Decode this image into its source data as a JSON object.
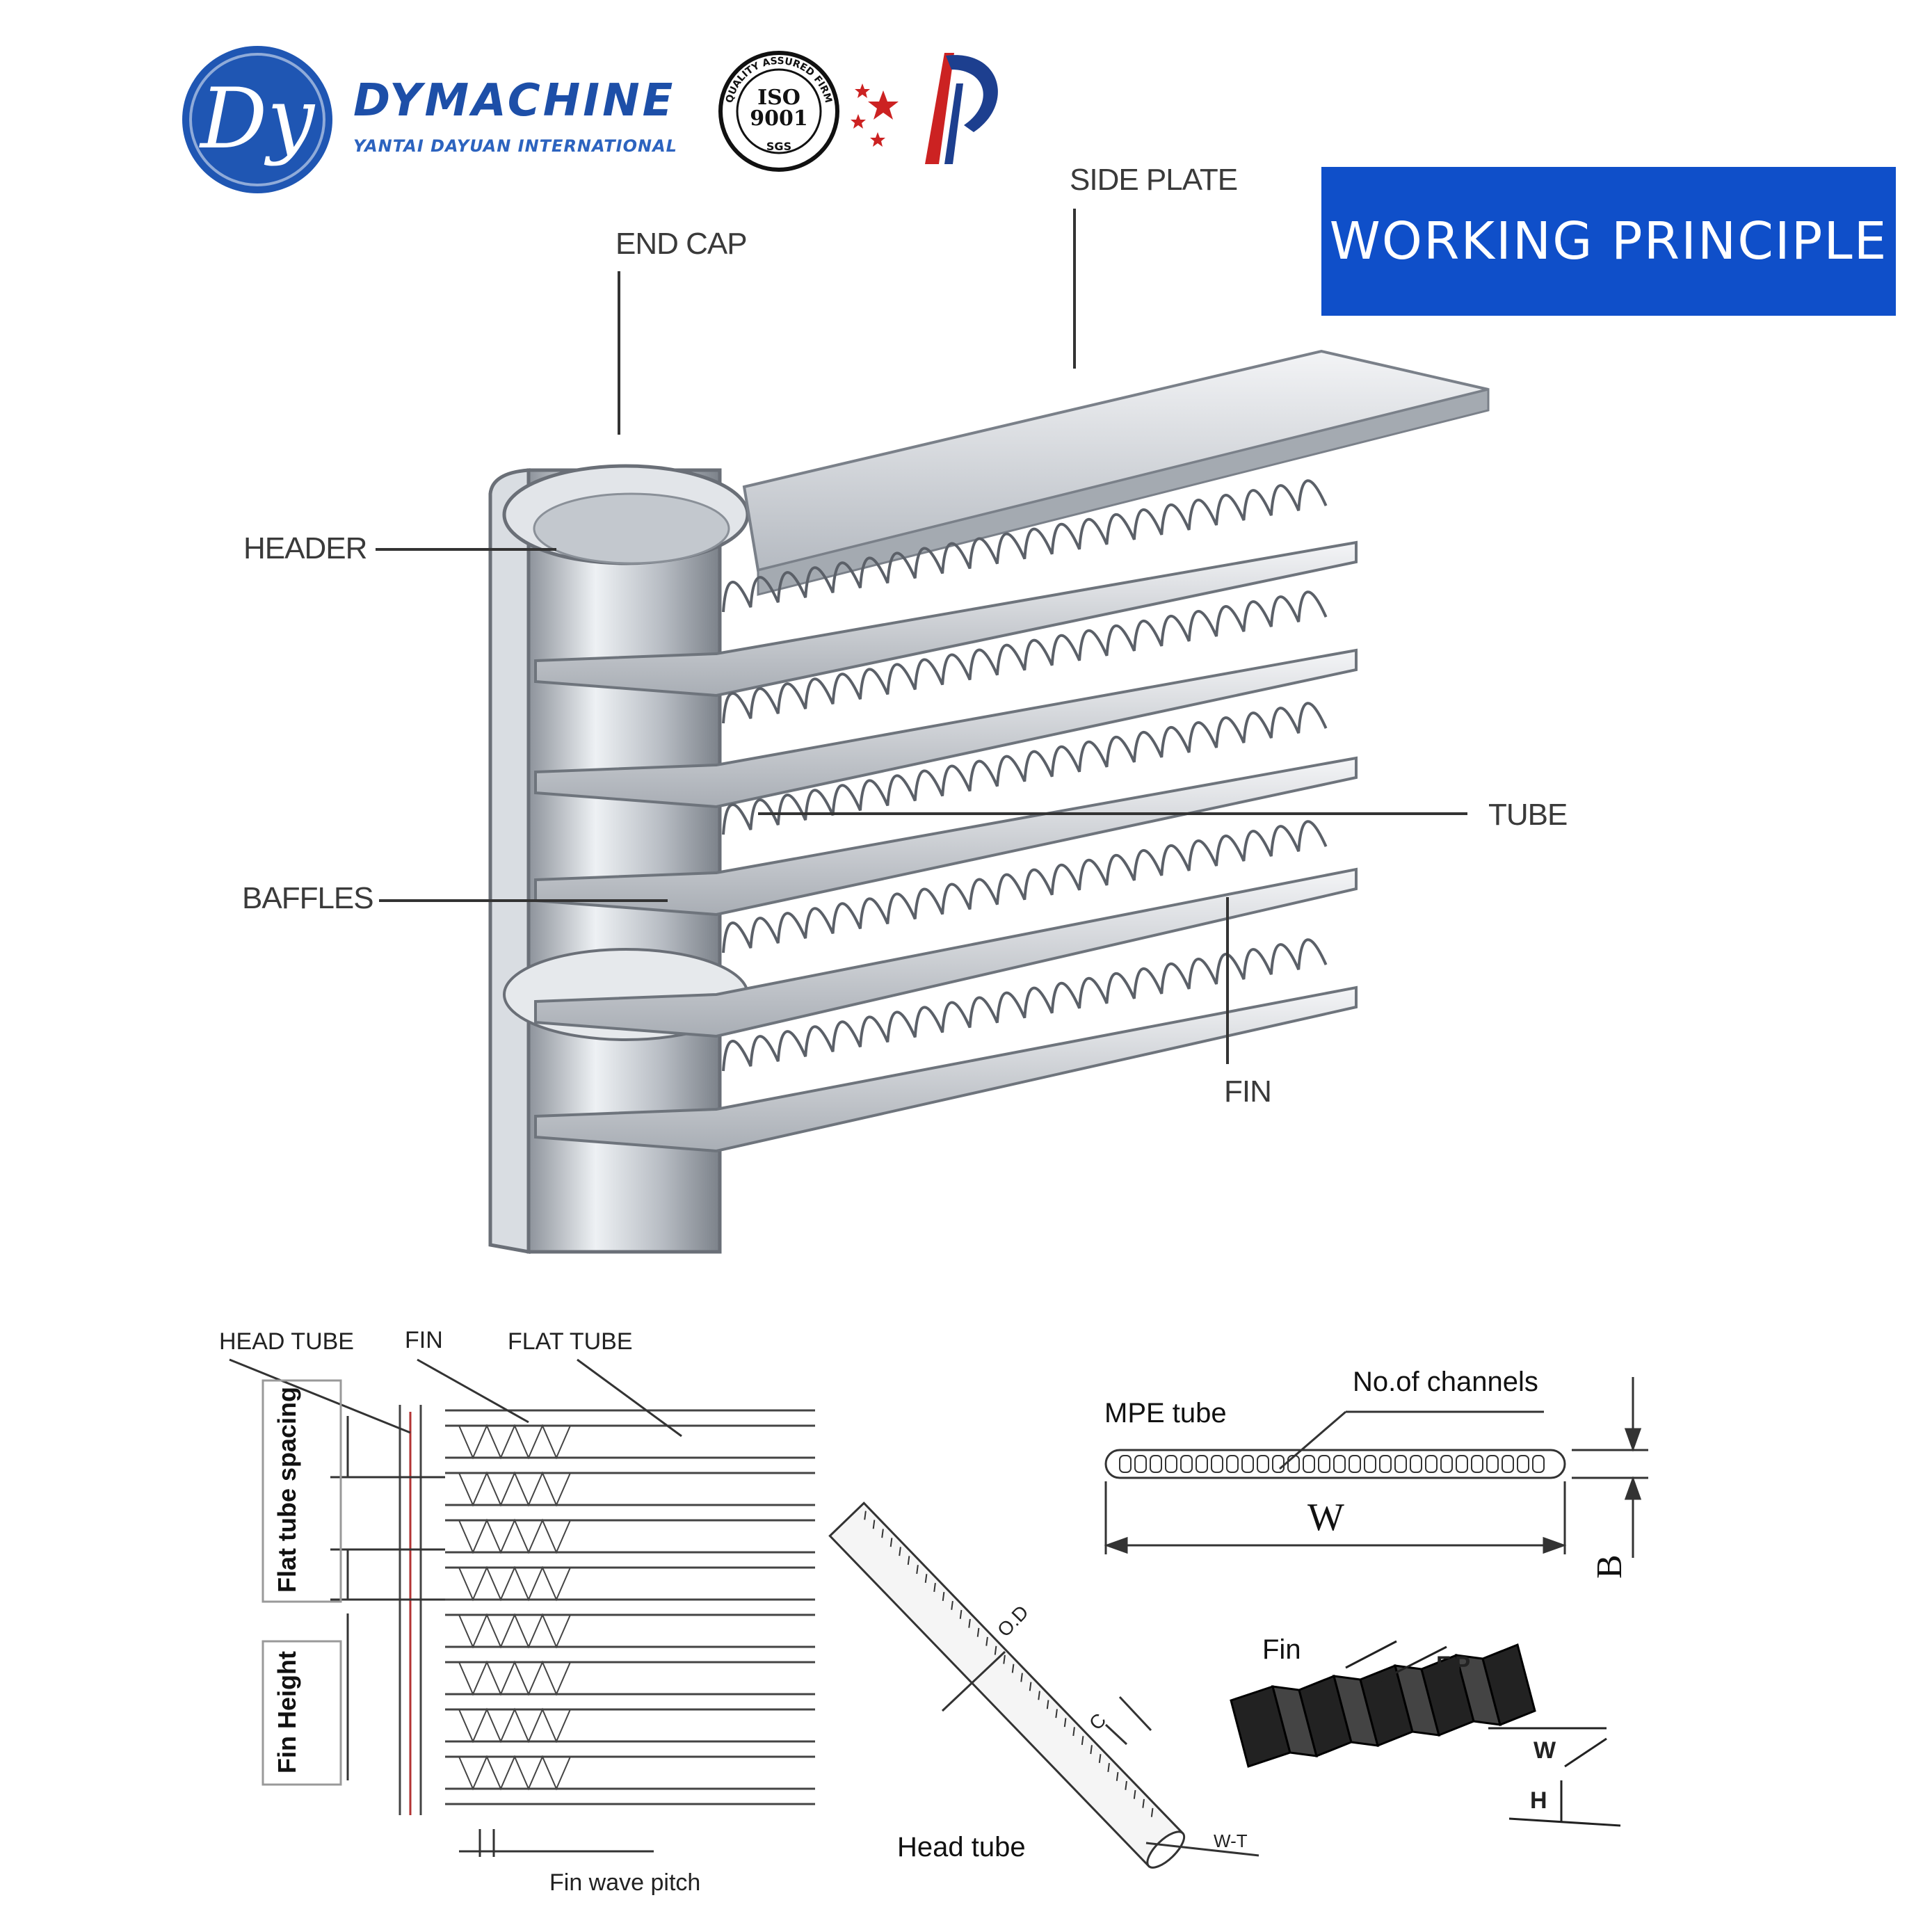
{
  "brand": {
    "logo_letters": "Dy",
    "name": "DYMACHINE",
    "subtitle": "YANTAI DAYUAN INTERNATIONAL",
    "cert_seal_text": "QUALITY ASSURED FIRM",
    "cert_iso": "ISO",
    "cert_iso_num": "9001",
    "cert_sgs": "SGS"
  },
  "banner": {
    "title": "WORKING PRINCIPLE"
  },
  "main_labels": {
    "end_cap": "END CAP",
    "side_plate": "SIDE PLATE",
    "header": "HEADER",
    "tube": "TUBE",
    "baffles": "BAFFLES",
    "fin": "FIN"
  },
  "detail_left": {
    "head_tube": "HEAD TUBE",
    "fin": "FIN",
    "flat_tube": "FLAT TUBE",
    "flat_tube_spacing": "Flat tube spacing",
    "fin_height": "Fin Height",
    "fin_wave_pitch": "Fin wave pitch"
  },
  "detail_mpe": {
    "no_of_channels": "No.of channels",
    "mpe_tube": "MPE tube",
    "w": "W",
    "b": "B"
  },
  "detail_head_tube": {
    "od": "O.D",
    "c": "C",
    "wt": "W-T",
    "head_tube": "Head tube"
  },
  "detail_fin": {
    "fin": "Fin",
    "fp": "F.P",
    "w": "W",
    "h": "H"
  },
  "colors": {
    "brand_blue": "#1d4fa8",
    "banner_blue": "#0f4fc9",
    "china_red": "#cc2222"
  }
}
